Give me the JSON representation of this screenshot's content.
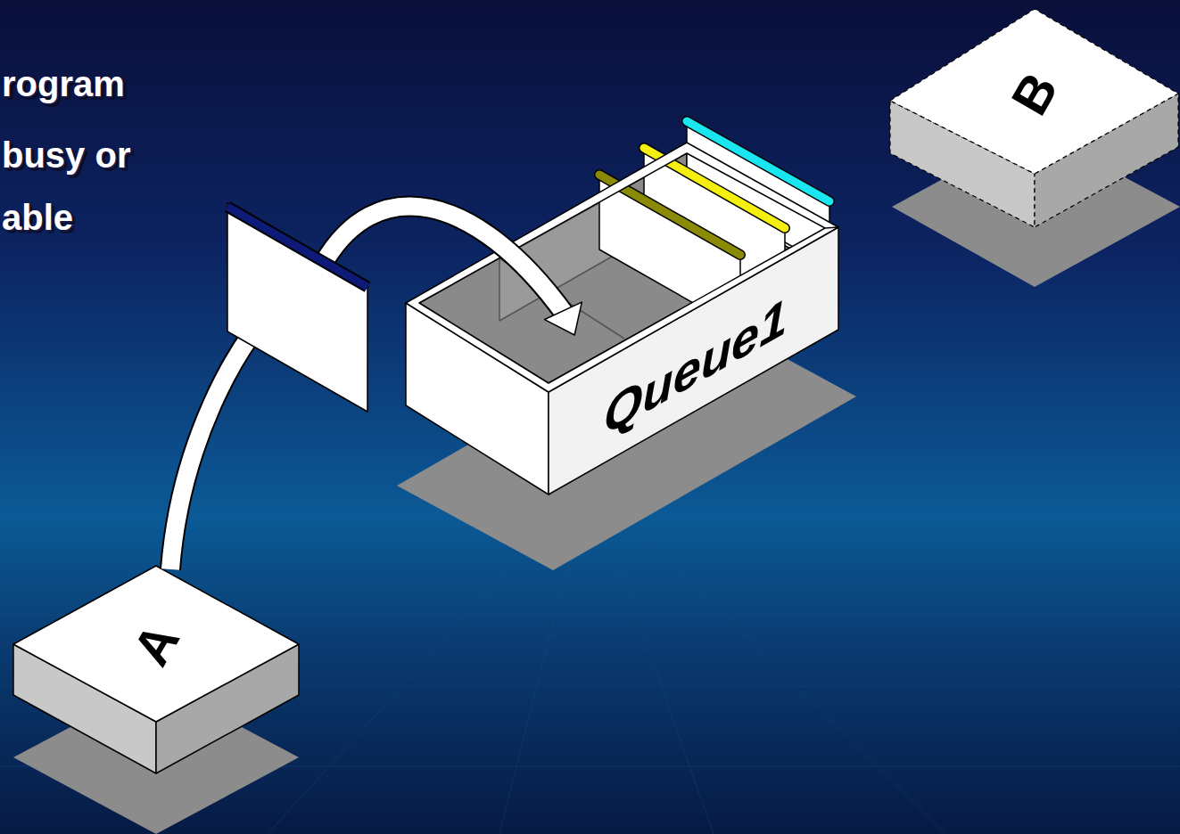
{
  "diagram": {
    "nodes": [
      {
        "text": [
          "A"
        ]
      },
      {
        "text": [
          "Queue1"
        ]
      },
      {
        "text": [
          "B"
        ]
      }
    ],
    "edges": [
      {
        "from": 0,
        "to": 1,
        "arrow": "to"
      }
    ],
    "labels": [
      "rogram",
      "busy or",
      "able"
    ]
  }
}
